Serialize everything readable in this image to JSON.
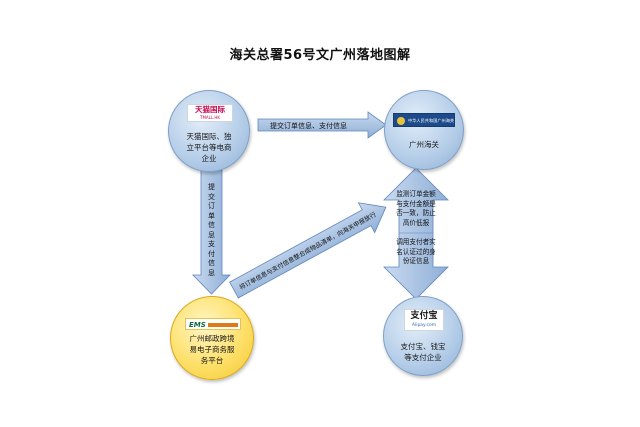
{
  "title": "海关总署56号文广州落地图解",
  "nodes": {
    "tmall": {
      "logo_text": "天猫国际",
      "logo_sub": "TMALL.HK",
      "label_lines": [
        "天猫国际、独",
        "立平台等电商",
        "企业"
      ]
    },
    "customs": {
      "logo_text": "中华人民共和国广州海关",
      "label": "广州海关"
    },
    "ems": {
      "logo_text": "EMS",
      "label_lines": [
        "广州邮政跨境",
        "易电子商务服",
        "务平台"
      ]
    },
    "alipay": {
      "logo_text": "支付宝",
      "logo_sub": "Alipay.com",
      "label_lines": [
        "支付宝、钱宝",
        "等支付企业"
      ]
    }
  },
  "arrows": {
    "tmall_to_customs": "提交订单信息、支付信息",
    "tmall_to_ems": [
      "提",
      "交",
      "订",
      "单",
      "信",
      "息",
      "支",
      "付",
      "信",
      "息"
    ],
    "ems_to_customs": "将订单信息与支付信息整合成物品清单，向海关申报放行",
    "customs_to_alipay": [
      "监测订单金额",
      "与支付金额是",
      "否一致，防止",
      "高价低报"
    ],
    "alipay_to_customs": [
      "调用支付者实",
      "名认证过的身",
      "份证信息"
    ]
  },
  "colors": {
    "arrow_blue": "#9fbbdd",
    "arrow_border": "#5f86bb",
    "node_blue": "#b7cfe9",
    "node_yellow": "#fde06a"
  }
}
